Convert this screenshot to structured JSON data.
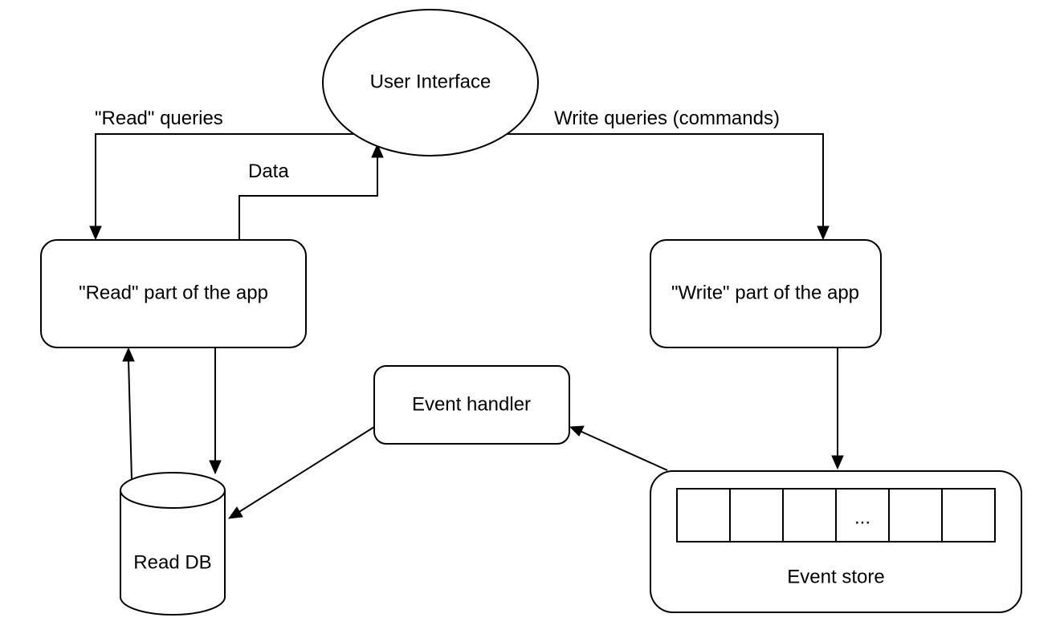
{
  "nodes": {
    "user_interface": "User Interface",
    "read_part": "\"Read\" part of the app",
    "write_part": "\"Write\" part of the app",
    "event_handler": "Event handler",
    "read_db": "Read DB",
    "event_store": "Event store",
    "event_store_ellipsis": "..."
  },
  "edges": {
    "read_queries": "\"Read\" queries",
    "write_queries": "Write queries (commands)",
    "data": "Data"
  }
}
